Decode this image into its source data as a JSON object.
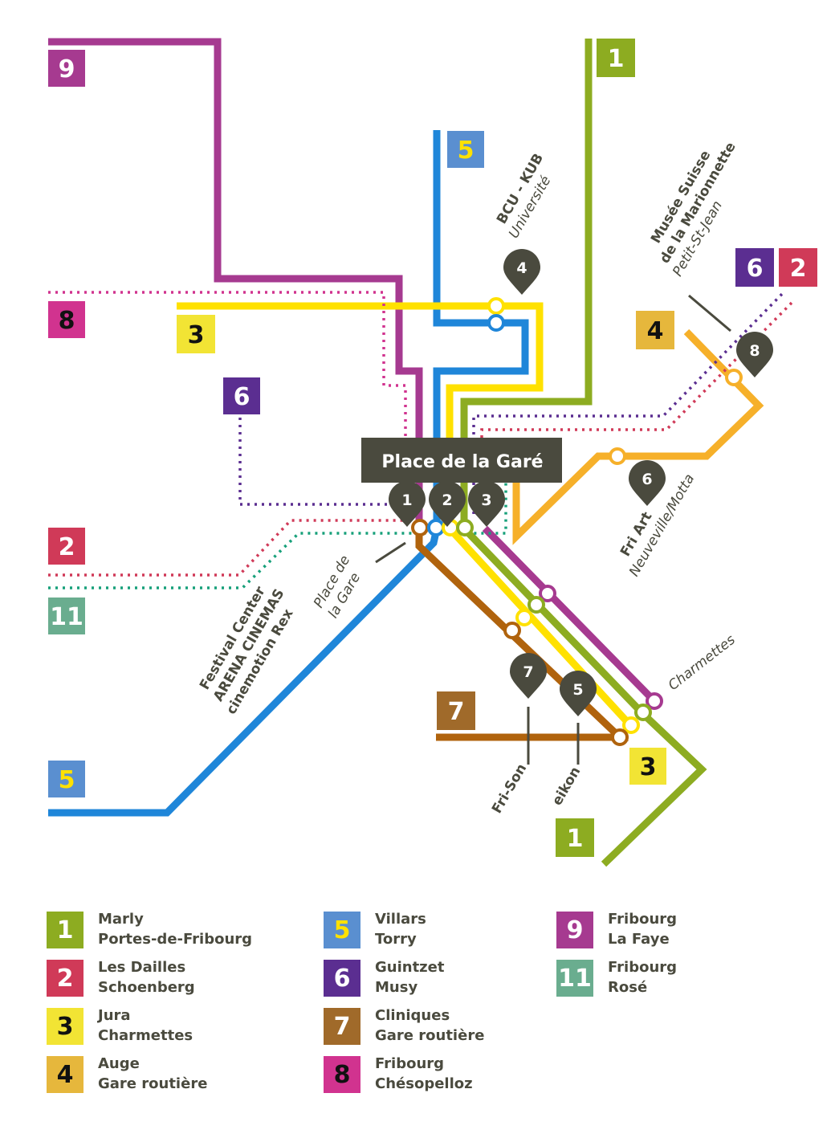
{
  "colors": {
    "line_1": "#8dac21",
    "line_2": "#d03a58",
    "line_3": "#ffe100",
    "line_4": "#f6b02a",
    "line_5": "#1f86d9",
    "line_6": "#5b2e91",
    "line_7": "#b0630d",
    "line_8": "#d1338f",
    "line_9": "#a63a90",
    "line_11": "#17a07a",
    "pin": "#4a4a3e"
  },
  "hub": {
    "label": "Place de la Garé"
  },
  "line_badges": {
    "b9": "9",
    "b1_top": "1",
    "b5_top": "5",
    "b8": "8",
    "b3_left": "3",
    "b6_left": "6",
    "b6_right": "6",
    "b2_right": "2",
    "b4": "4",
    "b2_left": "2",
    "b11": "11",
    "b5_bottom": "5",
    "b7": "7",
    "b3_bottom": "3",
    "b1_bottom": "1"
  },
  "pins": {
    "p4": "4",
    "p8": "8",
    "p6": "6",
    "p1": "1",
    "p2": "2",
    "p3": "3",
    "p7": "7",
    "p5": "5"
  },
  "poi": {
    "bcu_title": "BCU - KUB",
    "bcu_sub": "Université",
    "musee_line1": "Musée Suisse",
    "musee_line2": "de la Marionnette",
    "musee_sub": "Petit-St-Jean",
    "friart_title": "Fri Art",
    "friart_sub": "Neuveville/Motta",
    "festival_line1": "Festival Center",
    "festival_line2": "ARENA CINEMAS",
    "festival_line3": "cinemotion Rex",
    "gare_sub1": "Place de",
    "gare_sub2": "la Gare",
    "charmettes": "Charmettes",
    "frison": "Fri-Son",
    "eikon": "eikon"
  },
  "legend": [
    {
      "num": "1",
      "line1": "Marly",
      "line2": "Portes-de-Fribourg"
    },
    {
      "num": "2",
      "line1": "Les Dailles",
      "line2": "Schoenberg"
    },
    {
      "num": "3",
      "line1": "Jura",
      "line2": "Charmettes"
    },
    {
      "num": "4",
      "line1": "Auge",
      "line2": "Gare routière"
    },
    {
      "num": "5",
      "line1": "Villars",
      "line2": "Torry"
    },
    {
      "num": "6",
      "line1": "Guintzet",
      "line2": "Musy"
    },
    {
      "num": "7",
      "line1": "Cliniques",
      "line2": "Gare routière"
    },
    {
      "num": "8",
      "line1": "Fribourg",
      "line2": "Chésopelloz"
    },
    {
      "num": "9",
      "line1": "Fribourg",
      "line2": "La Faye"
    },
    {
      "num": "11",
      "line1": "Fribourg",
      "line2": "Rosé"
    }
  ]
}
